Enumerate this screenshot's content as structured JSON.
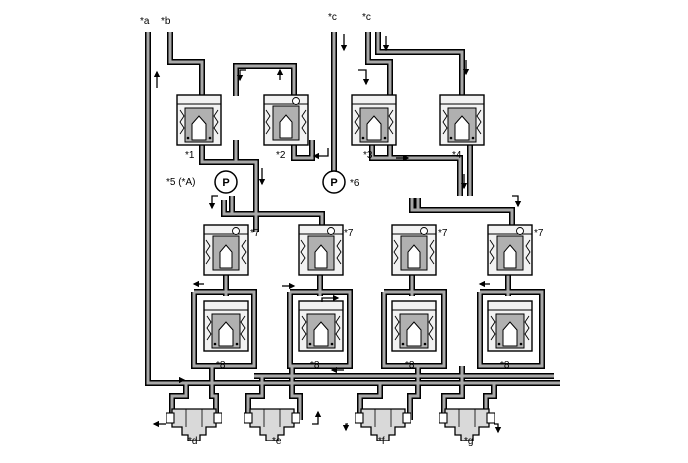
{
  "labels": {
    "a": "*a",
    "b": "*b",
    "c1": "*c",
    "c2": "*c",
    "v1": "*1",
    "v2": "*2",
    "v3": "*3",
    "v4": "*4",
    "p5": "*5 (*A)",
    "p6": "*6",
    "v7a": "*7",
    "v7b": "*7",
    "v7c": "*7",
    "v7d": "*7",
    "v8a": "*8",
    "v8b": "*8",
    "v8c": "*8",
    "v8d": "*8",
    "d": "*d",
    "e": "*e",
    "f": "*f",
    "g": "*g"
  },
  "pump_letter": "P",
  "colors": {
    "line": "#000000",
    "fluid": "#a8a8a8",
    "body": "#e8e8e8",
    "channel": "#8f8f8f"
  }
}
